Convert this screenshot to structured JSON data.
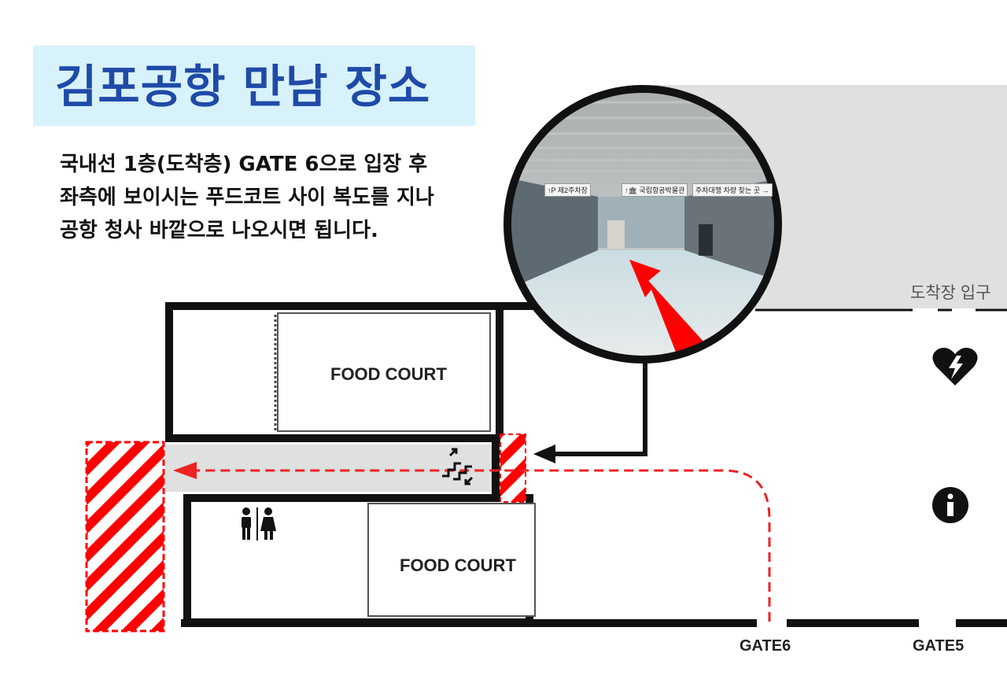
{
  "title": "김포공항 만남 장소",
  "description": [
    "국내선 1층(도착층) GATE 6으로 입장 후",
    "좌측에 보이시는 푸드코트 사이 복도를 지나",
    "공항 청사 바깥으로 나오시면 됩니다."
  ],
  "map": {
    "food_court_upper": "FOOD COURT",
    "food_court_lower": "FOOD COURT",
    "arrival_entrance": "도착장 입구",
    "gates": [
      "GATE6",
      "GATE5"
    ],
    "icons": [
      "aed-heart-icon",
      "info-icon",
      "restroom-icon",
      "escalator-icon"
    ]
  },
  "photo": {
    "signs": [
      "↑P 제2주차장",
      "↑🏛 국립항공박물관",
      "주차대행 차량 찾는 곳 →"
    ]
  },
  "colors": {
    "accent_red": "#ff0000",
    "title_blue": "#1f4aa8",
    "title_bg": "#d8f2fb",
    "corridor_gray": "#dfe0e0"
  }
}
